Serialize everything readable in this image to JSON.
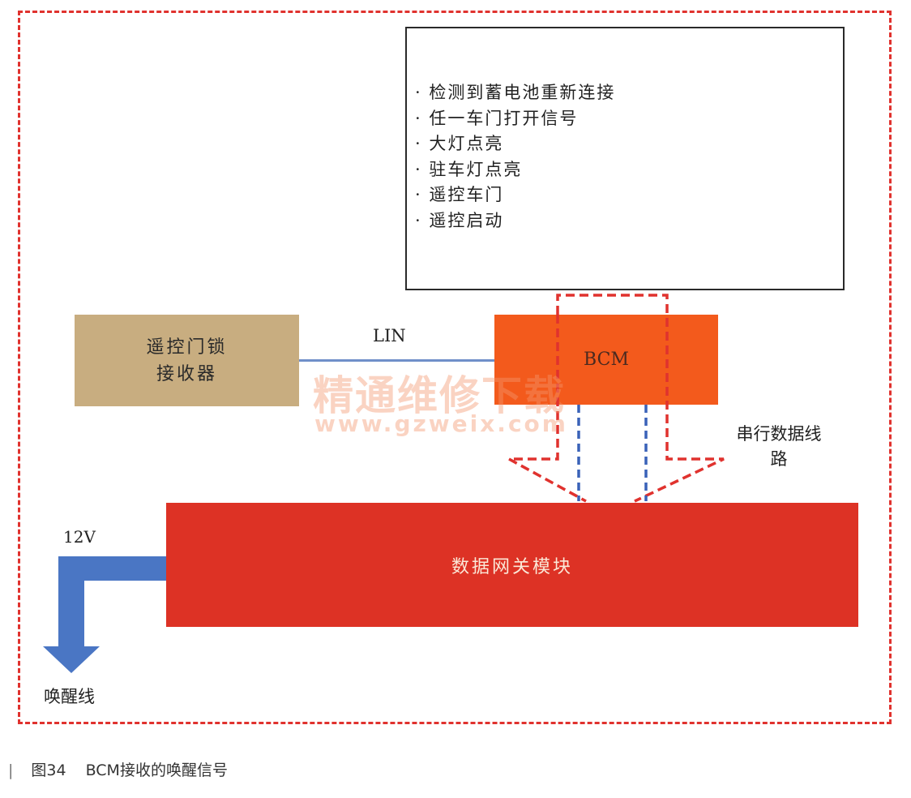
{
  "conditions": [
    "检测到蓄电池重新连接",
    "任一车门打开信号",
    "大灯点亮",
    "驻车灯点亮",
    "遥控车门",
    "遥控启动"
  ],
  "receiver": {
    "label": "遥控门锁接收器"
  },
  "lin": {
    "label": "LIN"
  },
  "bcm": {
    "label": "BCM"
  },
  "gateway": {
    "label": "数据网关模块"
  },
  "serial": {
    "label": "串行数据线路"
  },
  "power": {
    "label": "12V"
  },
  "wakeup": {
    "label": "唤醒线"
  },
  "watermark": {
    "text": "精通维修下载",
    "url": "www.gzweix.com"
  },
  "caption": {
    "bar": "|",
    "figure": "图34",
    "title": "BCM接收的唤醒信号"
  },
  "colors": {
    "dashed_outline": "#e0322e",
    "bcm": "#f35a1c",
    "gateway": "#dd3225",
    "receiver": "#c8ad80",
    "lin_line": "#6f8fc9",
    "wake_arrow": "#4a76c4",
    "serial_blue": "#3a62b8"
  },
  "icons": [
    "wake-arrow-icon",
    "serial-data-arrow-icon"
  ]
}
